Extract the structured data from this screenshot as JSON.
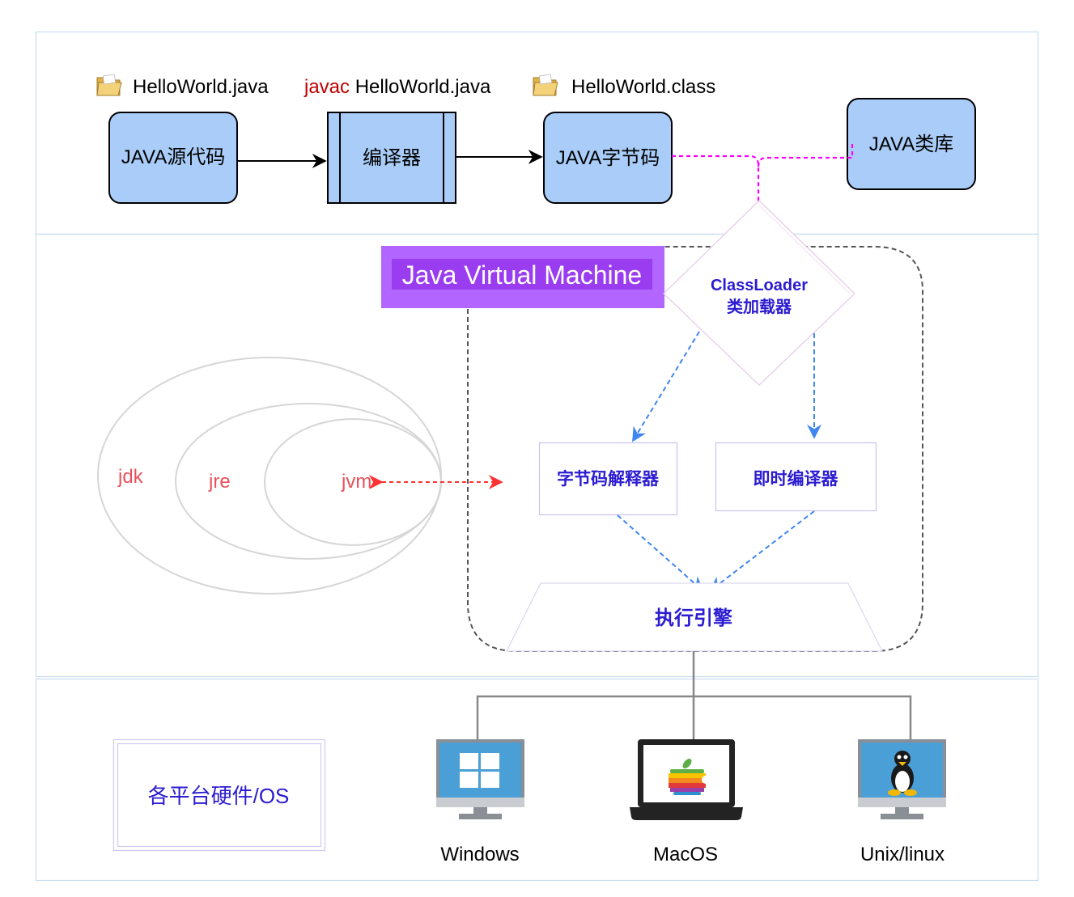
{
  "files": {
    "source_file": "HelloWorld.java",
    "compile_command": "javac",
    "compile_target": "HelloWorld.java",
    "class_file": "HelloWorld.class"
  },
  "nodes": {
    "java_source": "JAVA源代码",
    "compiler": "编译器",
    "bytecode": "JAVA字节码",
    "class_library": "JAVA类库"
  },
  "jvm": {
    "title": "Java Virtual Machine",
    "classloader_line1": "ClassLoader",
    "classloader_line2": "类加载器",
    "interpreter": "字节码解释器",
    "jit": "即时编译器",
    "engine": "执行引擎"
  },
  "nesting": {
    "jdk": "jdk",
    "jre": "jre",
    "jvm": "jvm"
  },
  "platform": {
    "hardware": "各平台硬件/OS",
    "os_list": [
      "Windows",
      "MacOS",
      "Unix/linux"
    ]
  },
  "colors": {
    "node_fill": "#a9cdf8",
    "jvm_banner": "#b266ff",
    "classloader_arrow": "#ff00ff",
    "blue_arrow": "#3f86f0",
    "red_arrow": "#ff3333",
    "accent_text": "#2b1bd1",
    "nesting_text": "#e8505b"
  }
}
